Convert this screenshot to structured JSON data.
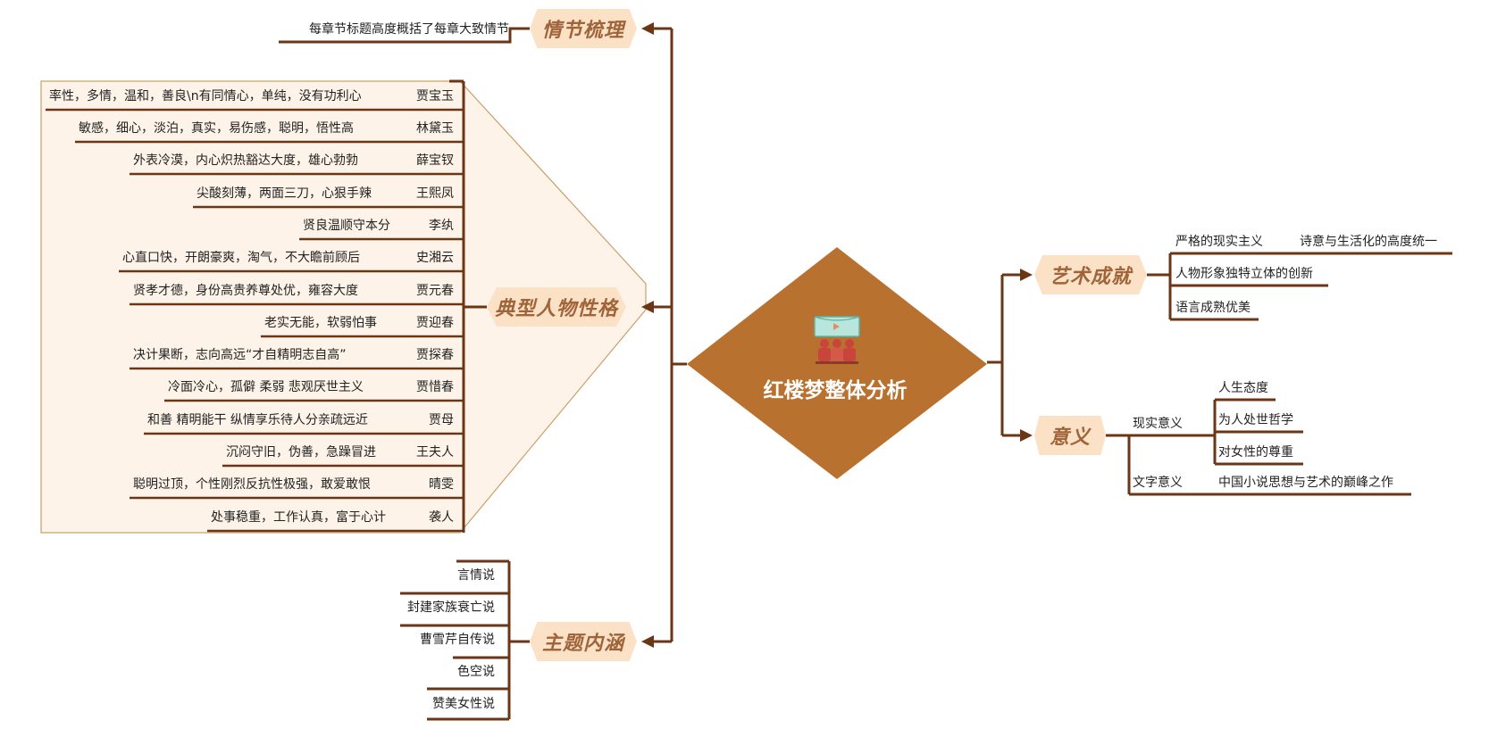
{
  "center": {
    "title": "红楼梦整体分析",
    "icon": "theater-audience-icon"
  },
  "plot": {
    "title": "情节梳理",
    "note": "每章节标题高度概括了每章大致情节"
  },
  "characters": {
    "title": "典型人物性格",
    "items": [
      {
        "name": "贾宝玉",
        "trait": "率性，多情，温和，善良\\n有同情心，单纯，没有功利心"
      },
      {
        "name": "林黛玉",
        "trait": "敏感，细心，淡泊，真实，易伤感，聪明，悟性高"
      },
      {
        "name": "薛宝钗",
        "trait": "外表冷漠，内心炽热豁达大度，雄心勃勃"
      },
      {
        "name": "王熙凤",
        "trait": "尖酸刻薄，两面三刀，心狠手辣"
      },
      {
        "name": "李纨",
        "trait": "贤良温顺守本分"
      },
      {
        "name": "史湘云",
        "trait": "心直口快，开朗豪爽，淘气，不大瞻前顾后"
      },
      {
        "name": "贾元春",
        "trait": "贤孝才德，身份高贵养尊处优，雍容大度"
      },
      {
        "name": "贾迎春",
        "trait": "老实无能，软弱怕事"
      },
      {
        "name": "贾探春",
        "trait": "决计果断，志向高远“才自精明志自高”"
      },
      {
        "name": "贾惜春",
        "trait": "冷面冷心，孤僻  柔弱  悲观厌世主义"
      },
      {
        "name": "贾母",
        "trait": "和善  精明能干  纵情享乐待人分亲疏远近"
      },
      {
        "name": "王夫人",
        "trait": "沉闷守旧，伪善，急躁冒进"
      },
      {
        "name": "晴雯",
        "trait": "聪明过顶，个性刚烈反抗性极强，敢爱敢恨"
      },
      {
        "name": "袭人",
        "trait": "处事稳重，工作认真，富于心计"
      }
    ]
  },
  "theme": {
    "title": "主题内涵",
    "items": [
      "言情说",
      "封建家族衰亡说",
      "曹雪芹自传说",
      "色空说",
      "赞美女性说"
    ]
  },
  "art": {
    "title": "艺术成就",
    "items": [
      {
        "label": "严格的现实主义",
        "sub": "诗意与生活化的高度统一"
      },
      {
        "label": "人物形象独特立体的创新"
      },
      {
        "label": "语言成熟优美"
      }
    ]
  },
  "meaning": {
    "title": "意义",
    "real": {
      "label": "现实意义",
      "items": [
        "人生态度",
        "为人处世哲学",
        "对女性的尊重"
      ]
    },
    "text": {
      "label": "文字意义",
      "items": [
        "中国小说思想与艺术的巅峰之作"
      ]
    }
  },
  "colors": {
    "line": "#6b3616",
    "diamond": "#b8712f",
    "branch_fill": "#fbe2c6",
    "branch_text": "#a0643a",
    "panel_fill": "#fdf3e8",
    "panel_border": "#c9a169"
  }
}
